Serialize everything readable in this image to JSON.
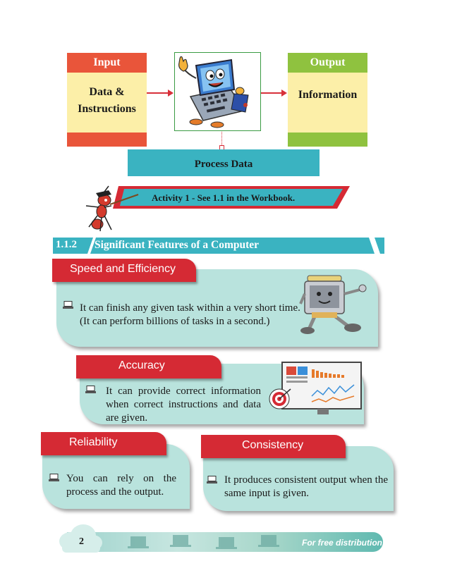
{
  "diagram": {
    "input": {
      "heading": "Input",
      "text_line1": "Data &",
      "text_line2": "Instructions"
    },
    "output": {
      "heading": "Output",
      "text": "Information"
    },
    "process": {
      "label": "Process Data"
    }
  },
  "activity": {
    "text": "Activity 1 - See 1.1 in the Workbook."
  },
  "section": {
    "number": "1.1.2",
    "title": "Significant Features of a Computer"
  },
  "features": {
    "speed": {
      "title": "Speed and Efficiency",
      "line1": "It can finish any given task within a very short time.",
      "line2": "(It can perform billions of tasks in a second.)"
    },
    "accuracy": {
      "title": "Accuracy",
      "text": "It can provide correct information when correct instructions and data are given."
    },
    "reliability": {
      "title": "Reliability",
      "text": "You can rely on the process and the output."
    },
    "consistency": {
      "title": "Consistency",
      "text": "It produces consistent output when the same input is given."
    }
  },
  "footer": {
    "page_number": "2",
    "text": "For free distribution"
  },
  "colors": {
    "red": "#d52a34",
    "teal": "#3ab3c1",
    "card_bg": "#b9e3dd",
    "input_orange": "#e9553a",
    "output_green": "#8fc23f",
    "box_yellow": "#fcefa8"
  }
}
